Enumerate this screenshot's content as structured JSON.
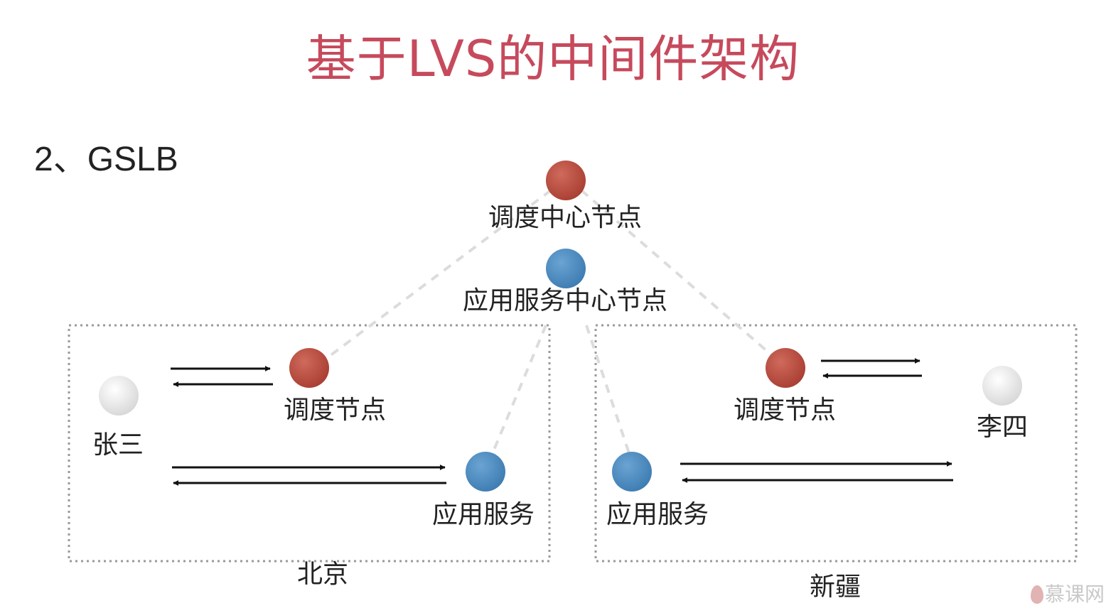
{
  "title": "基于LVS的中间件架构",
  "section": "2、GSLB",
  "nodes": {
    "dispatch_center": "调度中心节点",
    "app_center": "应用服务中心节点",
    "beijing_dispatch": "调度节点",
    "beijing_app": "应用服务",
    "xinjiang_dispatch": "调度节点",
    "xinjiang_app": "应用服务",
    "user_beijing": "张三",
    "user_xinjiang": "李四"
  },
  "regions": {
    "beijing": "北京",
    "xinjiang": "新疆"
  },
  "colors": {
    "title": "#c64a5c",
    "dispatch_node": "#b8493a",
    "app_node": "#4a88bd",
    "user_node": "#e6e6e6",
    "dashed_link": "#d9d9d9",
    "region_border": "#9a9a9a"
  },
  "watermark": "慕课网"
}
